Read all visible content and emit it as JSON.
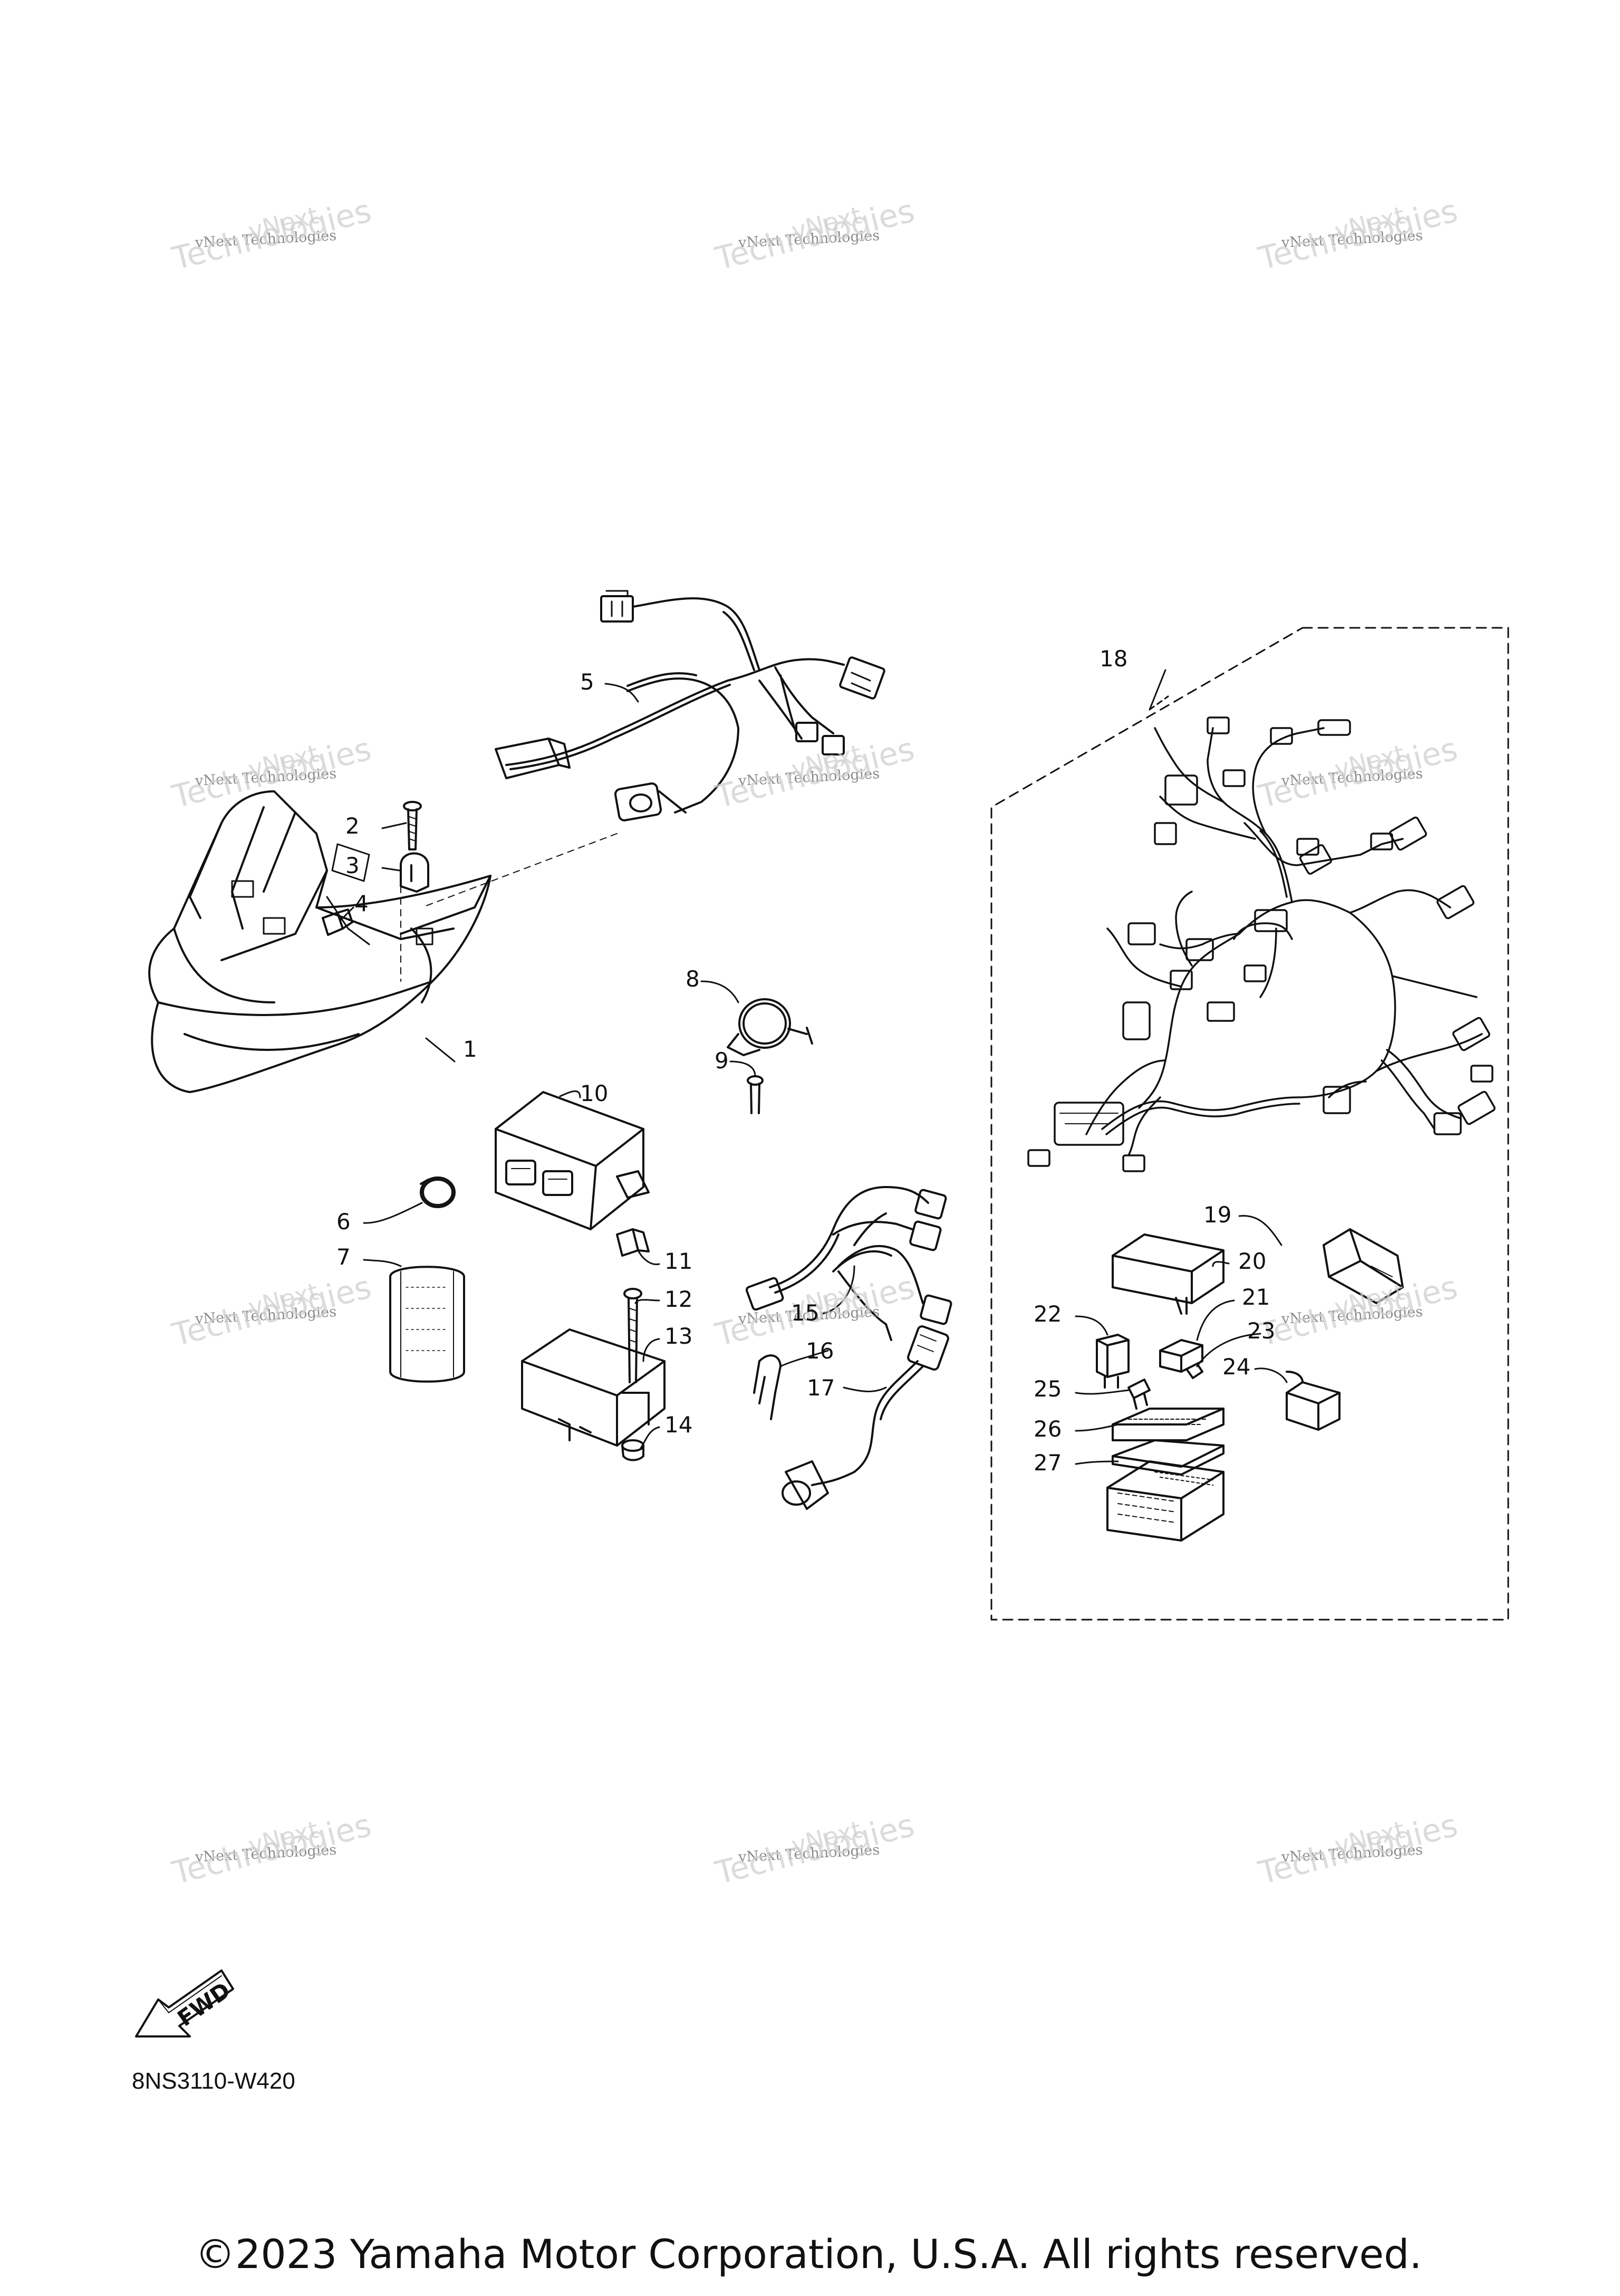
{
  "watermark": {
    "line1": "vNext Technologies",
    "line2": "Technologies",
    "line3": "vNext"
  },
  "callouts": [
    "1",
    "2",
    "3",
    "4",
    "5",
    "6",
    "7",
    "8",
    "9",
    "10",
    "11",
    "12",
    "13",
    "14",
    "15",
    "16",
    "17",
    "18",
    "19",
    "20",
    "21",
    "22",
    "23",
    "24",
    "25",
    "26",
    "27"
  ],
  "fwd_label": "FWD",
  "diagram_code": "8NS3110-W420",
  "copyright": "©2023 Yamaha Motor Corporation, U.S.A. All rights reserved."
}
